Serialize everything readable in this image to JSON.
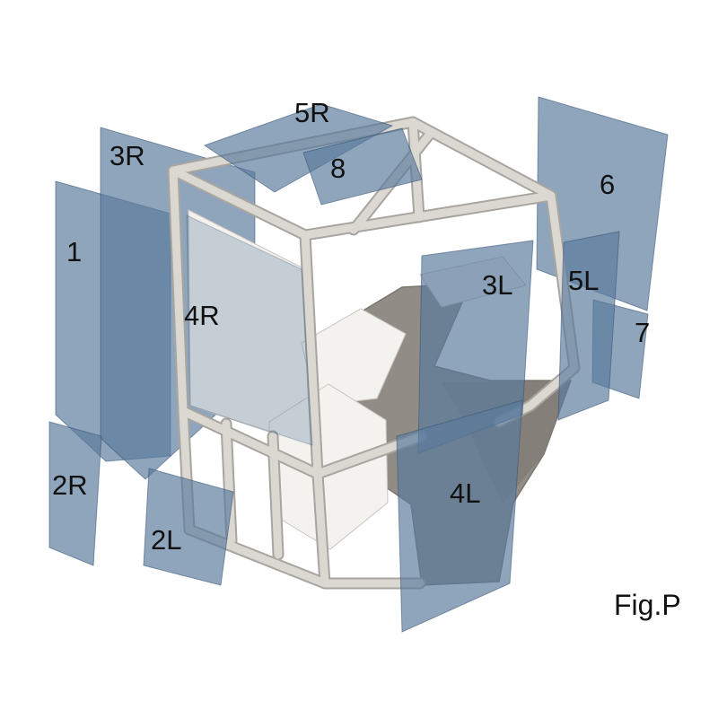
{
  "figure": {
    "caption": "Fig.P"
  },
  "labels": {
    "p1": "1",
    "p2R": "2R",
    "p2L": "2L",
    "p3R": "3R",
    "p3L": "3L",
    "p4R": "4R",
    "p4L": "4L",
    "p5R": "5R",
    "p5L": "5L",
    "p6": "6",
    "p7": "7",
    "p8": "8"
  },
  "parts": [
    {
      "id": "1",
      "name": "glass-panel-1"
    },
    {
      "id": "2R",
      "name": "glass-panel-2R"
    },
    {
      "id": "2L",
      "name": "glass-panel-2L"
    },
    {
      "id": "3R",
      "name": "glass-panel-3R"
    },
    {
      "id": "3L",
      "name": "glass-panel-3L"
    },
    {
      "id": "4R",
      "name": "glass-panel-4R"
    },
    {
      "id": "4L",
      "name": "glass-panel-4L"
    },
    {
      "id": "5R",
      "name": "glass-panel-5R"
    },
    {
      "id": "5L",
      "name": "glass-panel-5L"
    },
    {
      "id": "6",
      "name": "glass-panel-6"
    },
    {
      "id": "7",
      "name": "glass-panel-7"
    },
    {
      "id": "8",
      "name": "glass-panel-8"
    }
  ],
  "colors": {
    "glass_fill": "rgba(90,122,156,0.68)",
    "glass_stroke": "rgba(52,82,114,0.55)",
    "frame_light": "#dbd8d2",
    "frame_edge": "#a8a5a0",
    "interior_dark": "#918d86",
    "label_text": "#111111",
    "background": "#ffffff"
  }
}
